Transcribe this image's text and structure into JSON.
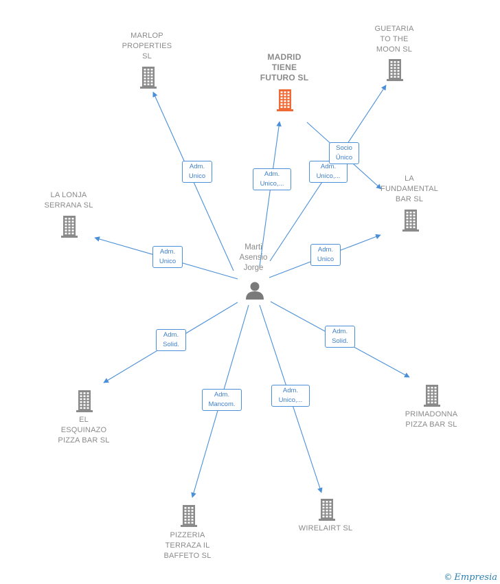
{
  "colors": {
    "edge": "#4a8fd8",
    "building": "#8a8a8a",
    "highlight": "#f06a35",
    "person": "#7a7a7a"
  },
  "center": {
    "name": "Marti\nAsensio\nJorge",
    "icon": "person-icon"
  },
  "companies": [
    {
      "id": "marlop",
      "name": "MARLOP\nPROPERTIES\nSL",
      "icon": "building-icon",
      "highlight": false
    },
    {
      "id": "madrid",
      "name": "MADRID\nTIENE\nFUTURO  SL",
      "icon": "building-icon",
      "highlight": true
    },
    {
      "id": "guetaria",
      "name": "GUETARIA\nTO THE\nMOON  SL",
      "icon": "building-icon",
      "highlight": false
    },
    {
      "id": "lalonja",
      "name": "LA LONJA\nSERRANA  SL",
      "icon": "building-icon",
      "highlight": false
    },
    {
      "id": "fundamental",
      "name": "LA\nFUNDAMENTAL\nBAR  SL",
      "icon": "building-icon",
      "highlight": false
    },
    {
      "id": "esquinazo",
      "name": "EL\nESQUINAZO\nPIZZA BAR  SL",
      "icon": "building-icon",
      "highlight": false
    },
    {
      "id": "primadonna",
      "name": "PRIMADONNA\nPIZZA BAR  SL",
      "icon": "building-icon",
      "highlight": false
    },
    {
      "id": "pizzeria",
      "name": "PIZZERIA\nTERRAZA IL\nBAFFETO SL",
      "icon": "building-icon",
      "highlight": false
    },
    {
      "id": "wirelairt",
      "name": "WIRELAIRT SL",
      "icon": "building-icon",
      "highlight": false
    }
  ],
  "relations": [
    {
      "to": "marlop",
      "label": "Adm.\nUnico"
    },
    {
      "to": "madrid",
      "label": "Adm.\nUnico,..."
    },
    {
      "to": "guetaria",
      "label": "Adm.\nUnico,..."
    },
    {
      "to": "lalonja",
      "label": "Adm.\nUnico"
    },
    {
      "to": "fundamental",
      "label": "Adm.\nUnico"
    },
    {
      "to": "esquinazo",
      "label": "Adm.\nSolid."
    },
    {
      "to": "primadonna",
      "label": "Adm.\nSolid."
    },
    {
      "to": "pizzeria",
      "label": "Adm.\nMancom."
    },
    {
      "to": "wirelairt",
      "label": "Adm.\nUnico,..."
    },
    {
      "from": "madrid",
      "to": "fundamental",
      "label": "Socio\nÚnico"
    }
  ],
  "footer": {
    "copyright": "©",
    "brand": "Empresia"
  }
}
